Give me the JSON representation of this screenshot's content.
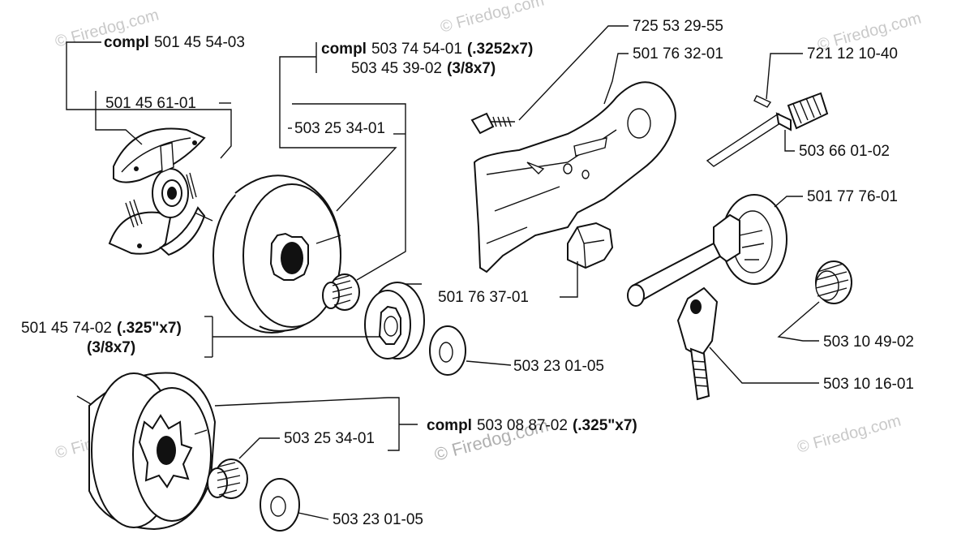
{
  "labels": {
    "clutch_compl_prefix": "compl",
    "clutch_compl_num": "501 45 54-03",
    "clutch_shoe": "501 45 61-01",
    "drum_compl_prefix": "compl",
    "drum_compl_num": "503 74 54-01",
    "drum_compl_suffix": "(.3252x7)",
    "drum_compl_alt_num": "503 45 39-02",
    "drum_compl_alt_suffix": "(3/8x7)",
    "needle_bearing_top": "503 25 34-01",
    "rim_sprocket_num": "501 45 74-02",
    "rim_sprocket_suffix": "(.325\"x7)",
    "rim_sprocket_alt": "(3/8x7)",
    "washer_top": "503 23 01-05",
    "screw": "725 53 29-55",
    "chain_guide_plate": "501 76 32-01",
    "guide_clip": "501 76 37-01",
    "pin": "721 12 10-40",
    "pump_drive": "503 66 01-02",
    "oil_pump": "501 77 76-01",
    "spring": "503 10 49-02",
    "adjuster": "503 10 16-01",
    "spur_compl_prefix": "compl",
    "spur_compl_num": "503 08 87-02",
    "spur_compl_suffix": "(.325\"x7)",
    "needle_bearing_bottom": "503 25 34-01",
    "washer_bottom": "503 23 01-05"
  },
  "watermarks": {
    "small": "© Firedog.com",
    "center": "© Firedog.com"
  }
}
